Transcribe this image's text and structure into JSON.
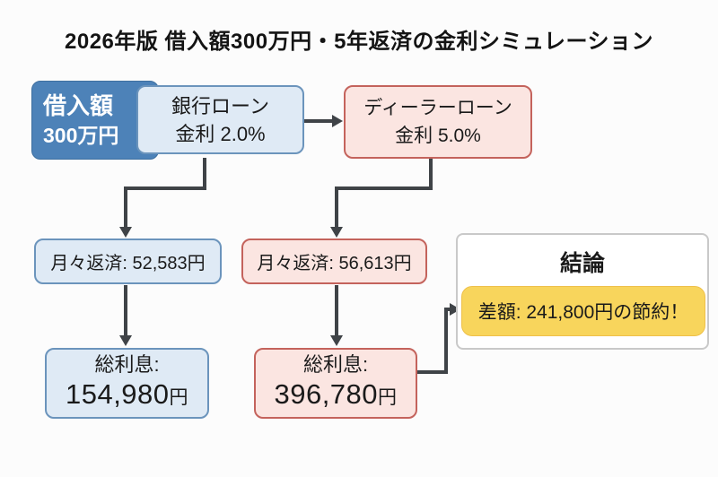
{
  "title": "2026年版 借入額300万円・5年返済の金利シミュレーション",
  "colors": {
    "background": "#fcfcfc",
    "text": "#1a1a1a",
    "blue_dark": "#4d82b8",
    "blue_light_bg": "#dfeaf5",
    "blue_border": "#6b94bc",
    "pink_bg": "#fbe5e1",
    "pink_border": "#c4635c",
    "yellow_bg": "#f8d55c",
    "yellow_border": "#eec04a",
    "conclusion_border": "#c9c9c9",
    "arrow": "#3f4347"
  },
  "loan_amount": {
    "label": "借入額",
    "value": "300万円"
  },
  "bank_loan": {
    "name": "銀行ローン",
    "rate": "金利 2.0%",
    "monthly_payment": "月々返済: 52,583円",
    "total_interest_label": "総利息:",
    "total_interest_value": "154,980",
    "total_interest_unit": "円"
  },
  "dealer_loan": {
    "name": "ディーラーローン",
    "rate": "金利 5.0%",
    "monthly_payment": "月々返済: 56,613円",
    "total_interest_label": "総利息:",
    "total_interest_value": "396,780",
    "total_interest_unit": "円"
  },
  "conclusion": {
    "title": "結論",
    "savings": "差額: 241,800円の節約！"
  }
}
